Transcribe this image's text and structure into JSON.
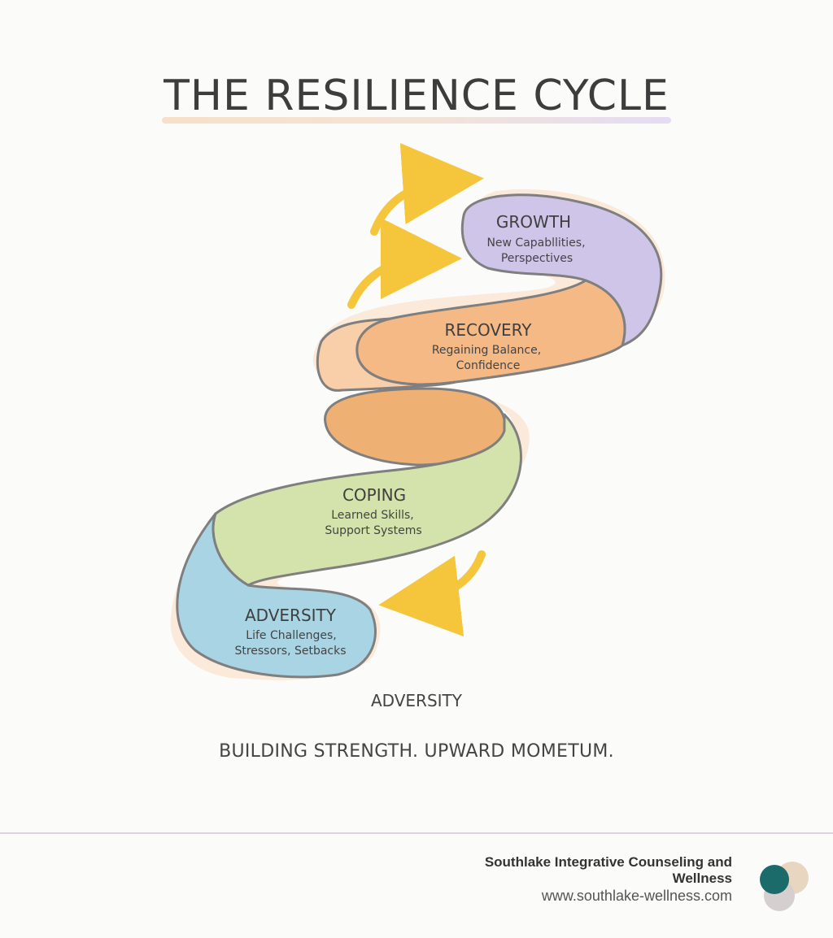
{
  "title": "THE RESILIENCE CYCLE",
  "stages": [
    {
      "key": "growth",
      "title": "GROWTH",
      "desc1": "New Capabllities,",
      "desc2": "Perspectives",
      "color": "#cfc5e8"
    },
    {
      "key": "recovery",
      "title": "RECOVERY",
      "desc1": "Regaining Balance,",
      "desc2": "Confidence",
      "color": "#f3b98a"
    },
    {
      "key": "coping",
      "title": "COPING",
      "desc1": "Learned Skills,",
      "desc2": "Support Systems",
      "color": "#d3e3ab"
    },
    {
      "key": "adversity",
      "title": "ADVERSITY",
      "desc1": "Life Challenges,",
      "desc2": "Stressors, Setbacks",
      "color": "#a9d4e3"
    }
  ],
  "arrow_color": "#f5c53c",
  "bottom_label": "ADVERSITY",
  "tagline": "BUILDING STRENGTH. UPWARD MOMETUM.",
  "footer": {
    "org_line1": "Southlake Integrative Counseling and",
    "org_line2": "Wellness",
    "url": "www.southlake-wellness.com"
  },
  "logo": {
    "colors": [
      "#1b6b6a",
      "#e9d6c0",
      "#d6cfcf"
    ]
  }
}
